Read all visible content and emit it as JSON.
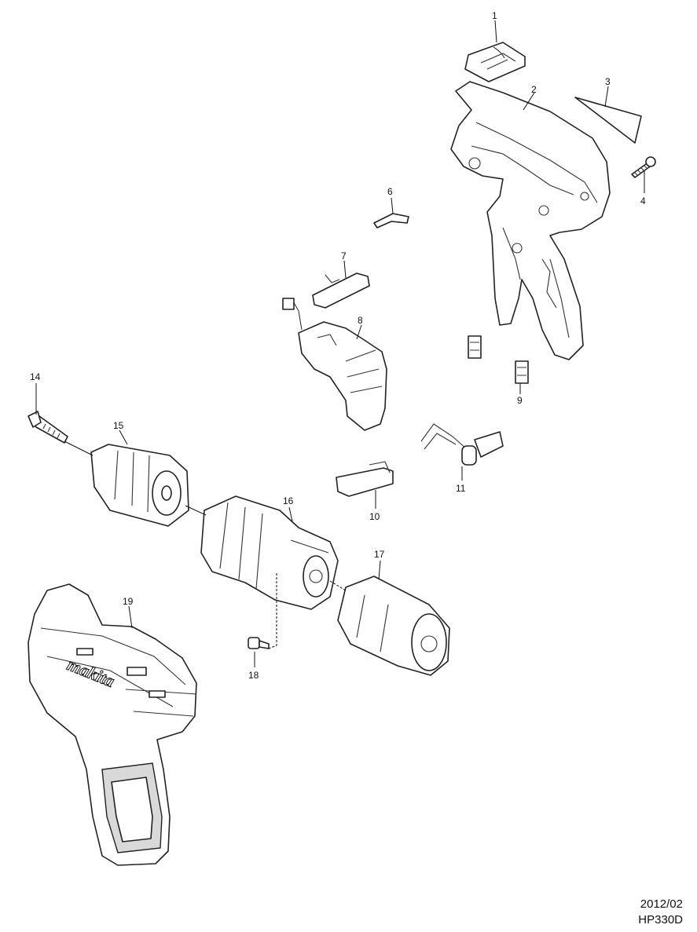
{
  "callouts": [
    "1",
    "2",
    "3",
    "4",
    "6",
    "7",
    "8",
    "9",
    "10",
    "11",
    "14",
    "15",
    "16",
    "17",
    "18",
    "19"
  ],
  "brand_logo": "makita",
  "footer": {
    "date": "2012/02",
    "model": "HP330D"
  },
  "colors": {
    "ink": "#111111",
    "paper": "#ffffff",
    "shade": "#d9d9d9"
  }
}
